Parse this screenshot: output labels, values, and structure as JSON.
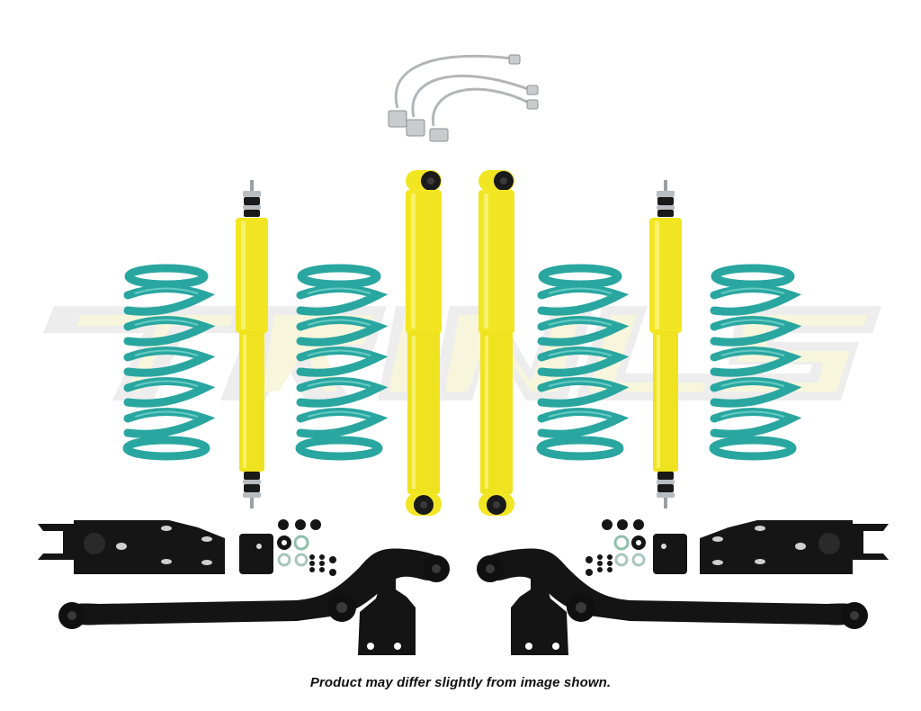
{
  "image": {
    "type": "product-photo",
    "subject": "suspension lift kit components",
    "watermark_text": "TRAILS",
    "caption": "Product may differ slightly from image shown."
  },
  "components": {
    "brake_lines": {
      "count": 3,
      "color": "#b9bcbf"
    },
    "shock_absorbers": {
      "count": 4,
      "color": "#f2e622"
    },
    "coil_springs": {
      "count": 4,
      "color": "#2ba8a3"
    },
    "mounting_brackets": {
      "count": 2,
      "color": "#151515"
    },
    "control_arms": {
      "count": 2,
      "color": "#151515"
    },
    "small_brackets": {
      "count": 4,
      "color": "#151515"
    },
    "hardware_sets": {
      "count": 2
    }
  },
  "colors": {
    "background": "#ffffff",
    "watermark_gray": "#ececec",
    "watermark_yellow": "#f7f6de",
    "spring_teal": "#2ba8a3",
    "spring_highlight": "#6fd3cc",
    "shock_yellow": "#f2e622",
    "hardware_black": "#151515"
  }
}
